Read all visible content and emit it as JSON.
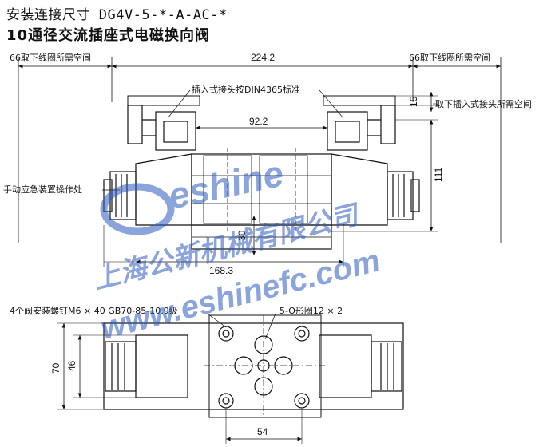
{
  "header": {
    "title_line1": "安装连接尺寸 DG4V-5-*-A-AC-*",
    "title_line2": "10通径交流插座式电磁换向阀"
  },
  "front_view": {
    "left_clearance_label": "66取下线圈所需空间",
    "right_clearance_label": "66取下线圈所需空间",
    "overall_length": "224.2",
    "plug_note": "插入式接头按DIN4365标准",
    "plug_removal_value": "15",
    "plug_removal_label": "取下插入式接头所需空间",
    "coil_spacing": "92.2",
    "height": "111",
    "manual_override_label": "手动应急装置操作处",
    "body_height": "30",
    "body_length": "168.3"
  },
  "bottom_view": {
    "bolt_note": "4个阀安装螺钉M6 × 40 GB70-85-10.9级",
    "oring_note": "5-O形圈12 × 2",
    "width_outer": "70",
    "width_inner": "46",
    "bolt_spacing": "54"
  },
  "watermark": {
    "brand": "eshine",
    "company": "上海公新机械有限公司",
    "url": "www.eshinefc.com",
    "color": "#2e5bbf"
  }
}
